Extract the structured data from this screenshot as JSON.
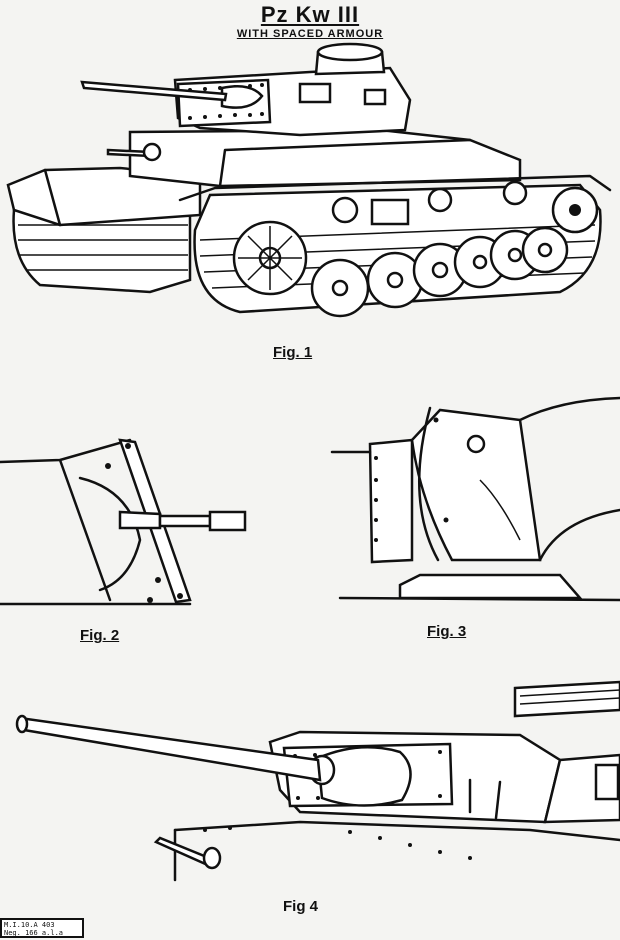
{
  "header": {
    "title": "Pz Kw III",
    "subtitle": "WITH SPACED ARMOUR"
  },
  "figures": [
    {
      "caption": "Fig. 1"
    },
    {
      "caption": "Fig. 2"
    },
    {
      "caption": "Fig. 3"
    },
    {
      "caption": "Fig 4"
    }
  ],
  "stamp": {
    "line1": "M.I.10.A  403",
    "line2": "Neg. 166 a.l.a"
  }
}
